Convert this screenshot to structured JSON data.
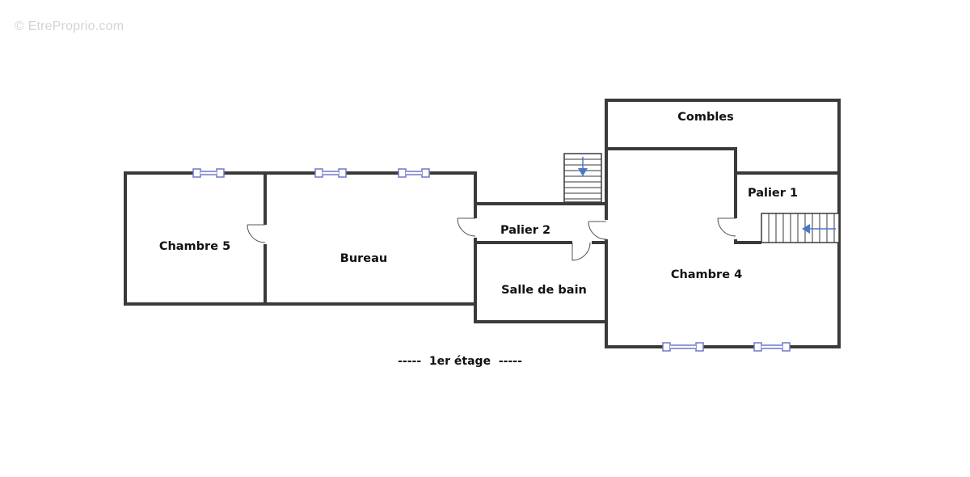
{
  "watermark": "© EtreProprio.com",
  "floor_label": "-----  1er étage  -----",
  "rooms": {
    "chambre5": "Chambre 5",
    "bureau": "Bureau",
    "palier2": "Palier 2",
    "salle_de_bain": "Salle de bain",
    "combles": "Combles",
    "palier1": "Palier 1",
    "chambre4": "Chambre 4"
  },
  "colors": {
    "wall": "#3a3a3a",
    "window": "#6f78c8",
    "stair_arrow": "#4a78c8"
  }
}
